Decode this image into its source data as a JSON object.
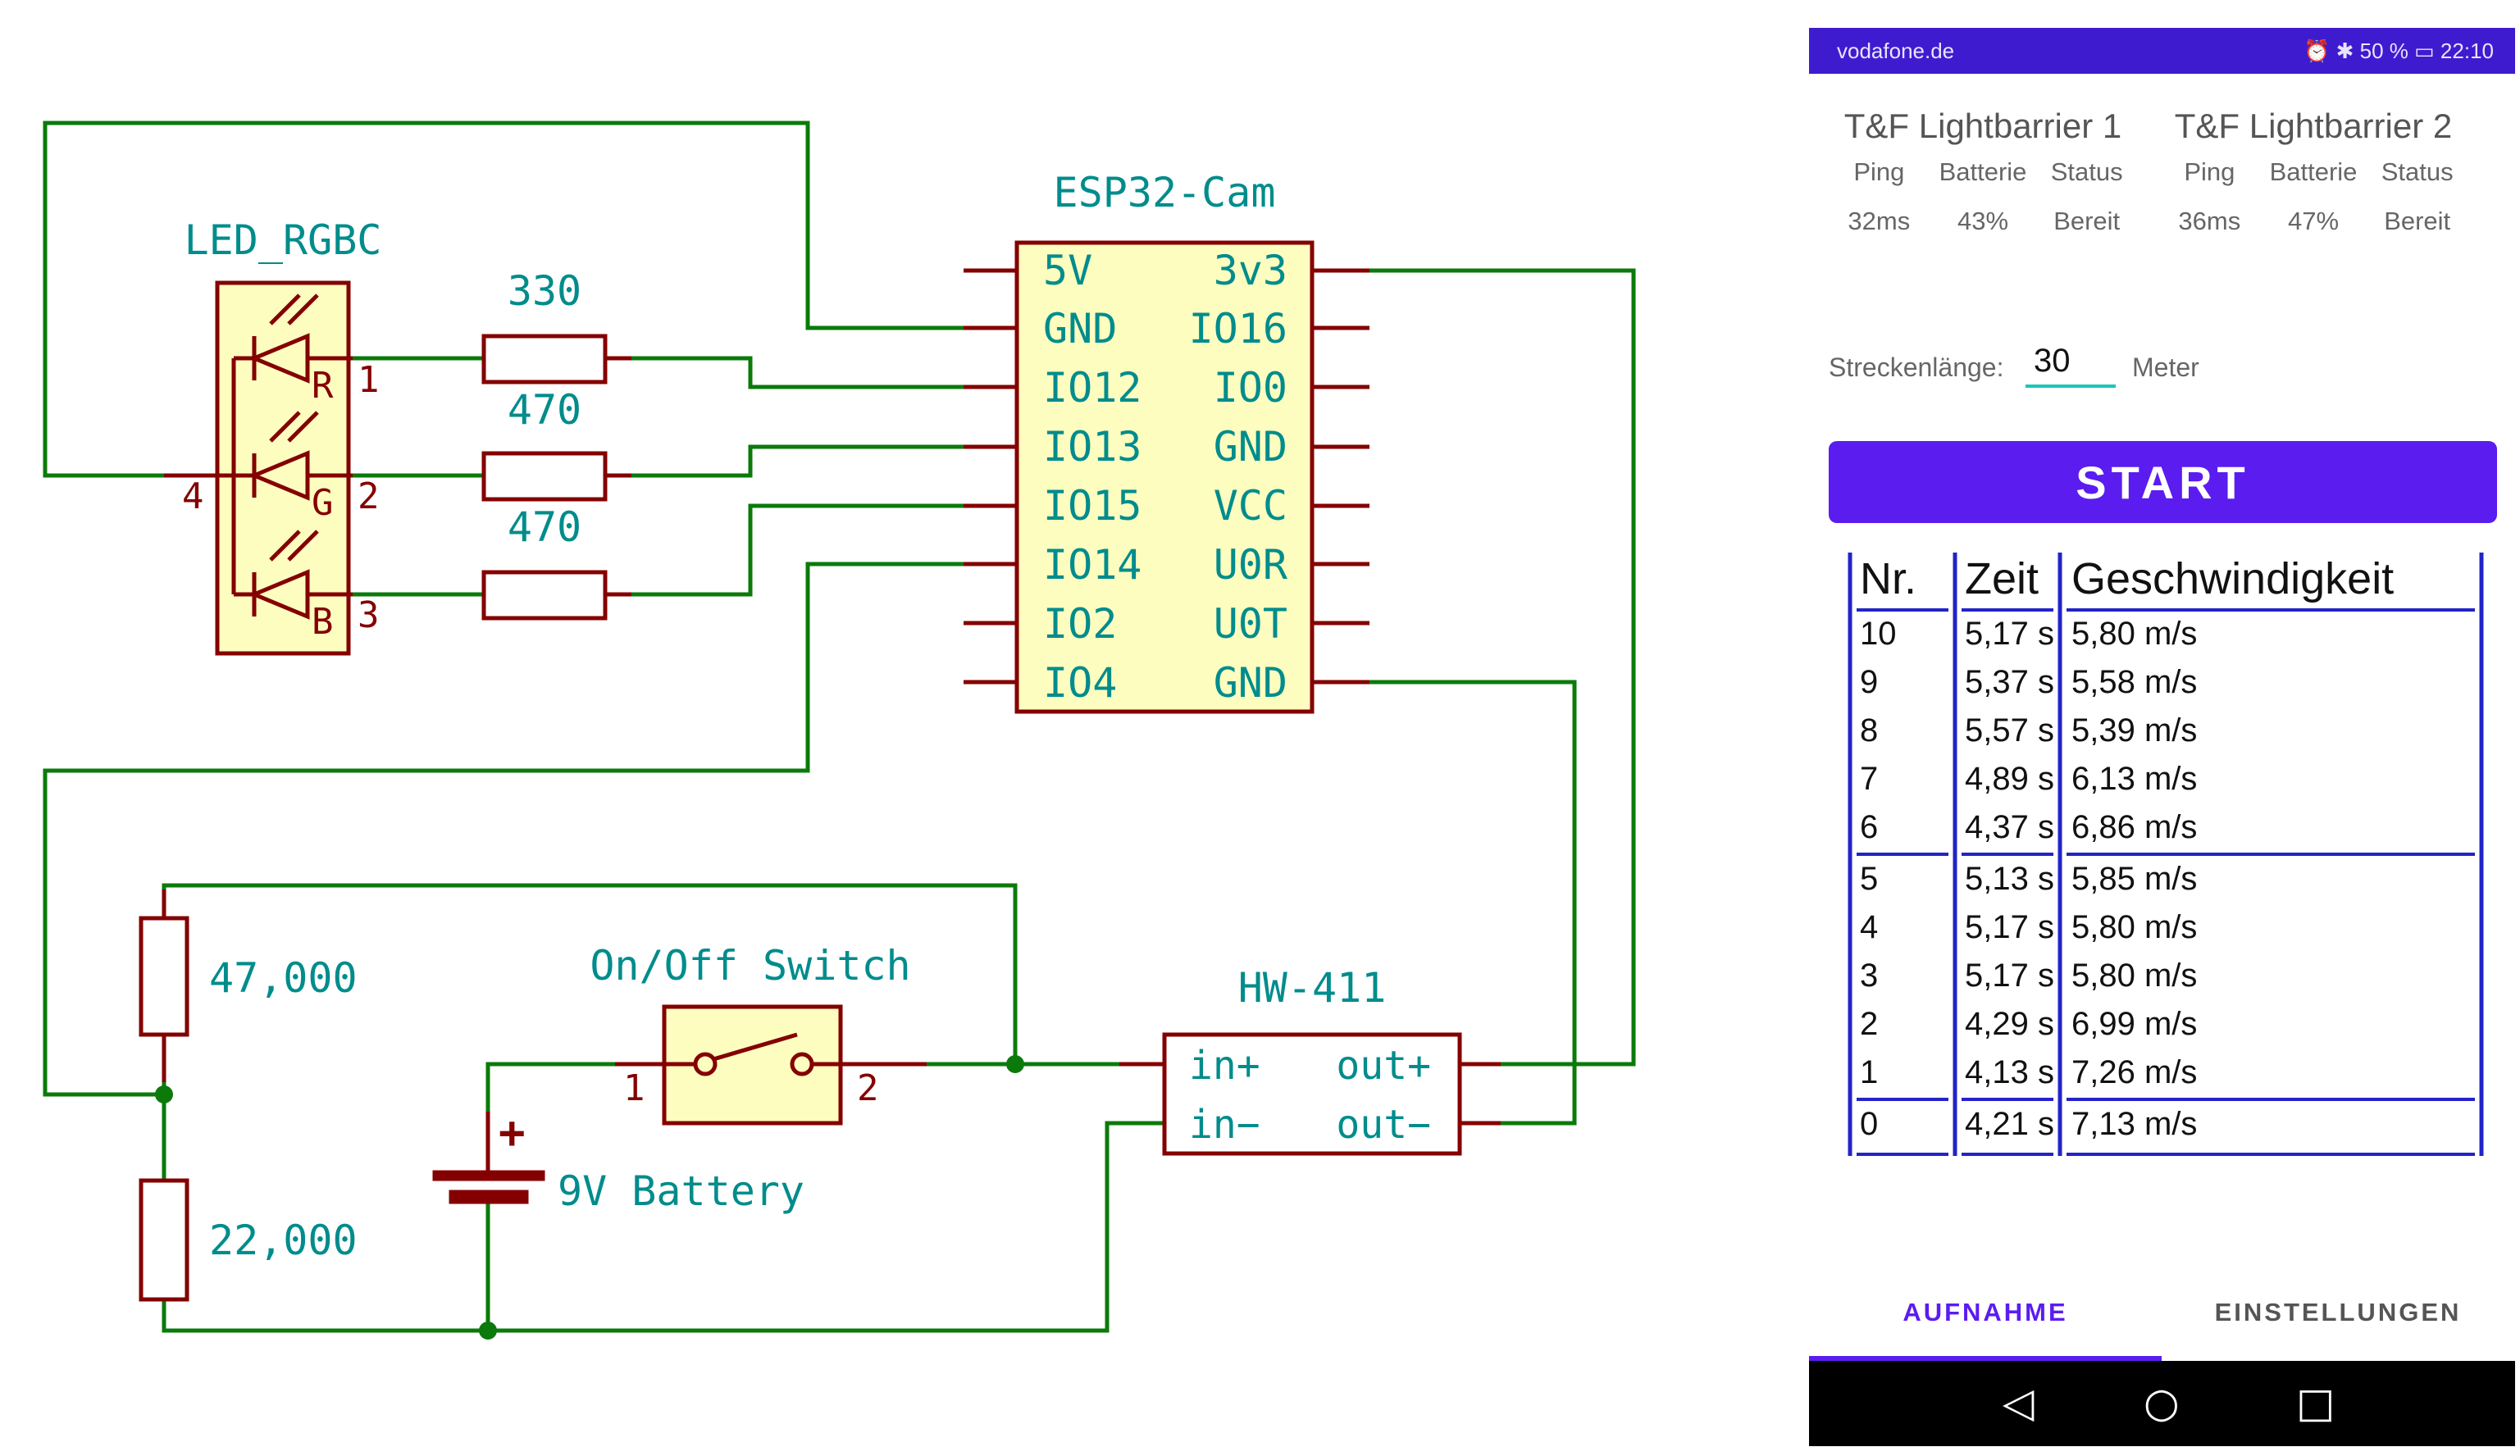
{
  "schematic": {
    "esp32": {
      "title": "ESP32-Cam",
      "left_pins": [
        "5V",
        "GND",
        "IO12",
        "IO13",
        "IO15",
        "IO14",
        "IO2",
        "IO4"
      ],
      "right_pins": [
        "3v3",
        "IO16",
        "IO0",
        "GND",
        "VCC",
        "U0R",
        "U0T",
        "GND"
      ]
    },
    "led": {
      "title": "LED_RGBC",
      "colors": [
        "R",
        "G",
        "B"
      ],
      "pins": [
        "1",
        "2",
        "3"
      ],
      "common_pin": "4"
    },
    "resistors": {
      "r_red": "330",
      "r_green": "470",
      "r_blue": "470",
      "r_top": "47,000",
      "r_bottom": "22,000"
    },
    "switch": {
      "title": "On/Off Switch",
      "pin1": "1",
      "pin2": "2"
    },
    "battery": {
      "label": "9V Battery",
      "plus": "+"
    },
    "converter": {
      "title": "HW-411",
      "pins": [
        "in+",
        "out+",
        "in−",
        "out−"
      ]
    },
    "colors": {
      "wire": "#0b7a0b",
      "component": "#840000",
      "body": "#fdfdc0",
      "label": "#008c8c"
    }
  },
  "phone": {
    "statusbar": {
      "carrier": "vodafone.de",
      "right": "⏰ ✱ 50 % ▭ 22:10"
    },
    "barriers": [
      {
        "name": "T&F Lightbarrier 1",
        "headers": [
          "Ping",
          "Batterie",
          "Status"
        ],
        "values": [
          "32ms",
          "43%",
          "Bereit"
        ]
      },
      {
        "name": "T&F Lightbarrier 2",
        "headers": [
          "Ping",
          "Batterie",
          "Status"
        ],
        "values": [
          "36ms",
          "47%",
          "Bereit"
        ]
      }
    ],
    "route": {
      "label": "Streckenlänge:",
      "value": "30",
      "unit": "Meter"
    },
    "start_label": "START",
    "table": {
      "headers": [
        "Nr.",
        "Zeit",
        "Geschwindigkeit"
      ],
      "rows": [
        [
          "10",
          "5,17 s",
          "5,80 m/s"
        ],
        [
          "9",
          "5,37 s",
          "5,58 m/s"
        ],
        [
          "8",
          "5,57 s",
          "5,39 m/s"
        ],
        [
          "7",
          "4,89 s",
          "6,13 m/s"
        ],
        [
          "6",
          "4,37 s",
          "6,86 m/s"
        ],
        [
          "5",
          "5,13 s",
          "5,85 m/s"
        ],
        [
          "4",
          "5,17 s",
          "5,80 m/s"
        ],
        [
          "3",
          "5,17 s",
          "5,80 m/s"
        ],
        [
          "2",
          "4,29 s",
          "6,99 m/s"
        ],
        [
          "1",
          "4,13 s",
          "7,26 m/s"
        ],
        [
          "0",
          "4,21 s",
          "7,13 m/s"
        ]
      ]
    },
    "tabs": [
      "AUFNAHME",
      "EINSTELLUNGEN"
    ],
    "accent": "#5b1cf0"
  }
}
